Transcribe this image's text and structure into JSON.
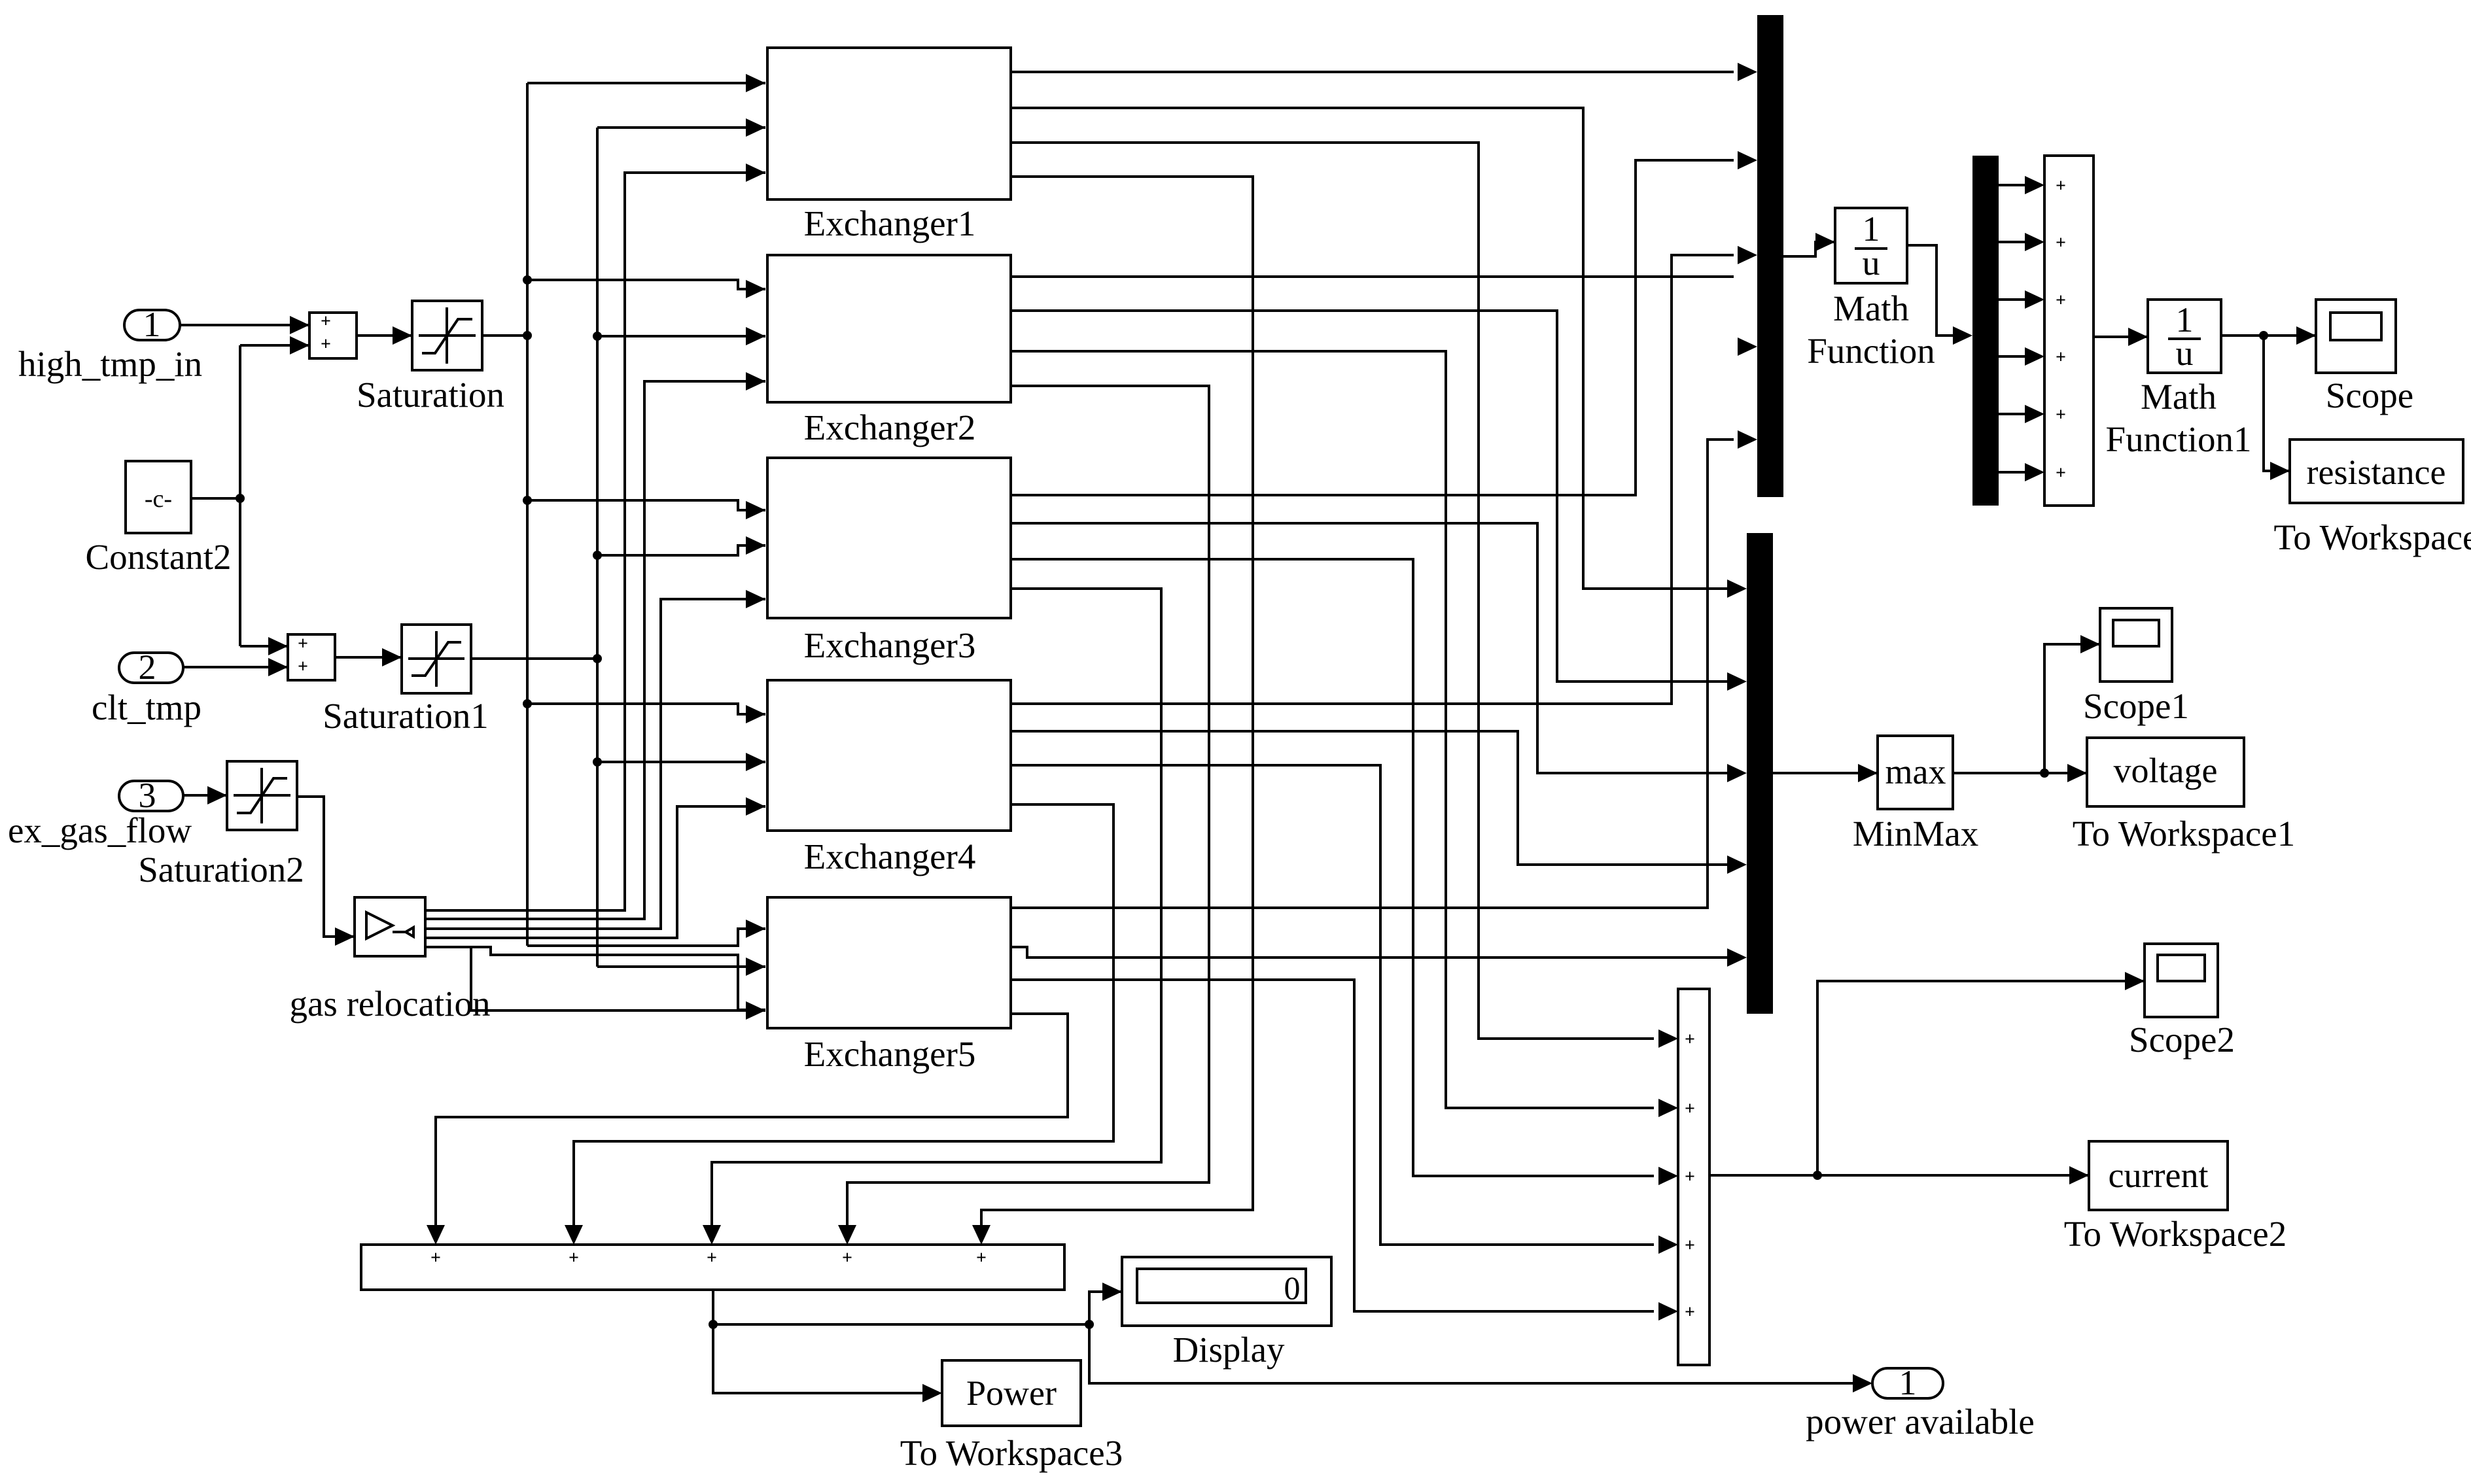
{
  "inports": [
    {
      "number": "1",
      "label": "high_tmp_in"
    },
    {
      "number": "2",
      "label": "clt_tmp"
    },
    {
      "number": "3",
      "label": "ex_gas_flow"
    }
  ],
  "outport": {
    "number": "1",
    "label": "power available"
  },
  "constant": {
    "value": "-c-",
    "label": "Constant2"
  },
  "saturations": [
    "Saturation",
    "Saturation1",
    "Saturation2"
  ],
  "gas_relocation": {
    "label": "gas relocation"
  },
  "exchangers": [
    "Exchanger1",
    "Exchanger2",
    "Exchanger3",
    "Exchanger4",
    "Exchanger5"
  ],
  "math_functions": [
    {
      "numerator": "1",
      "denominator": "u",
      "label_line1": "Math",
      "label_line2": "Function"
    },
    {
      "numerator": "1",
      "denominator": "u",
      "label_line1": "Math",
      "label_line2": "Function1"
    }
  ],
  "minmax": {
    "value": "max",
    "label": "MinMax"
  },
  "scopes": [
    "Scope",
    "Scope1",
    "Scope2"
  ],
  "to_workspace": [
    {
      "var": "resistance",
      "label": "To Workspace"
    },
    {
      "var": "voltage",
      "label": "To Workspace1"
    },
    {
      "var": "current",
      "label": "To Workspace2"
    },
    {
      "var": "Power",
      "label": "To Workspace3"
    }
  ],
  "display": {
    "value": "0",
    "label": "Display"
  },
  "sum_sign": "+"
}
